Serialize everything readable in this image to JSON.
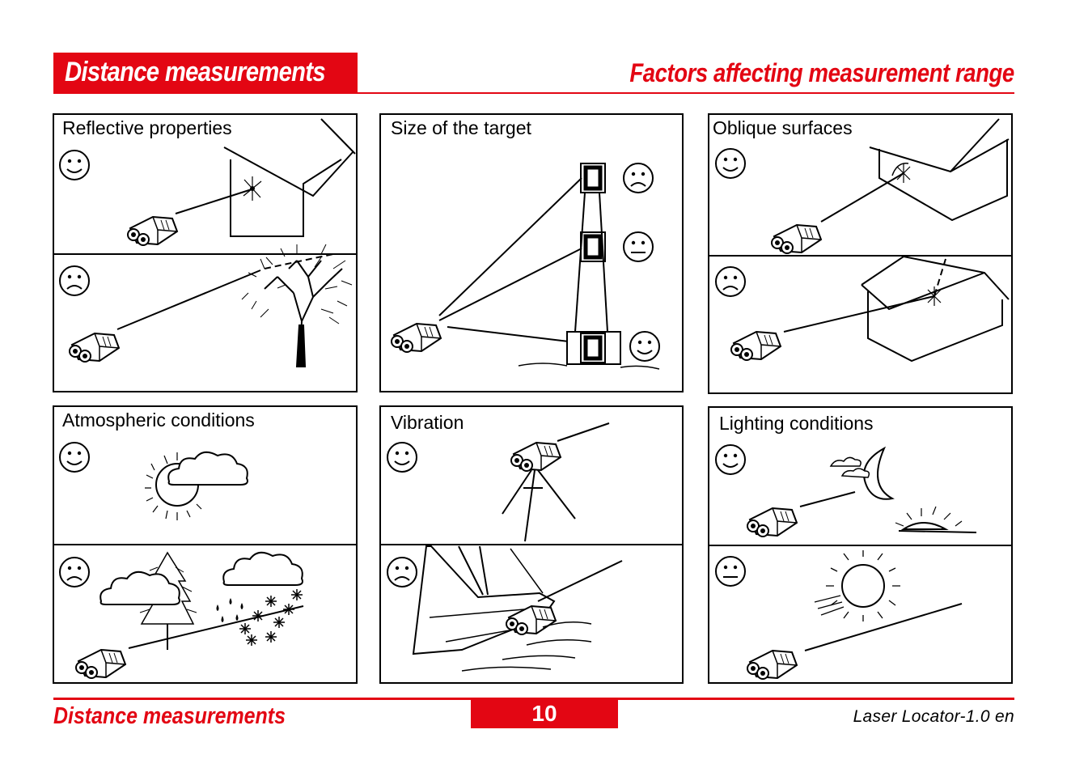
{
  "header": {
    "title": "Distance measurements",
    "subtitle": "Factors affecting measurement range"
  },
  "panels": [
    {
      "title": "Reflective properties",
      "top_rating": "happy",
      "bottom_rating": "sad"
    },
    {
      "title": "Size of the target",
      "ratings": [
        "sad",
        "neutral",
        "happy"
      ]
    },
    {
      "title": "Oblique surfaces",
      "top_rating": "happy",
      "bottom_rating": "sad"
    },
    {
      "title": "Atmospheric conditions",
      "top_rating": "happy",
      "bottom_rating": "sad"
    },
    {
      "title": "Vibration",
      "top_rating": "happy",
      "bottom_rating": "sad"
    },
    {
      "title": "Lighting conditions",
      "top_rating": "happy",
      "bottom_rating": "neutral"
    }
  ],
  "footer": {
    "section": "Distance measurements",
    "page_number": "10",
    "product": "Laser Locator-1.0 en"
  },
  "colors": {
    "accent": "#e30613",
    "text": "#000000",
    "background": "#ffffff"
  }
}
